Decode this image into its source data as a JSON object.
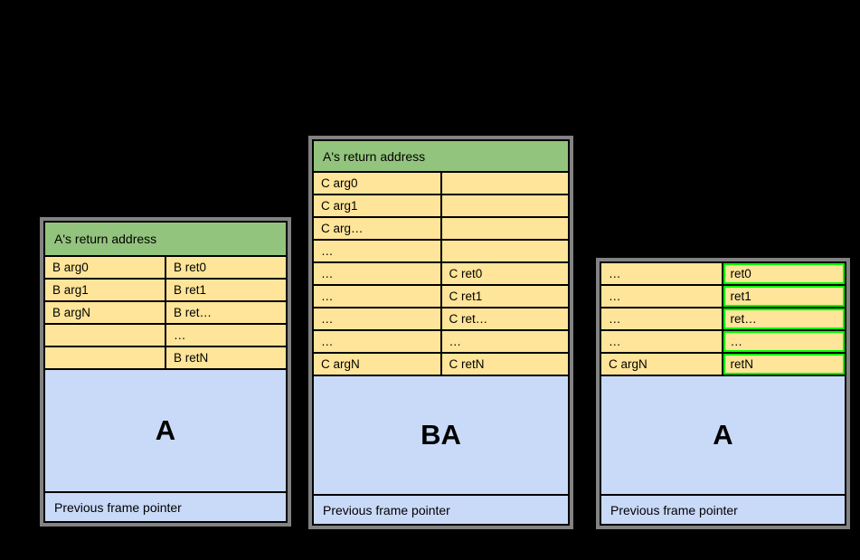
{
  "diagram": {
    "background_color": "#000000",
    "palette": {
      "return_address_green": "#93c47d",
      "stack_cell_yellow": "#ffe599",
      "frame_body_blue": "#c9daf8",
      "highlight_border_green": "#00ff00",
      "table_outline_gray": "#828282",
      "grid_line_black": "#000000"
    },
    "stacks": [
      {
        "id": "left",
        "header": "A's return address",
        "rows": [
          {
            "left": "B arg0",
            "right": "B ret0"
          },
          {
            "left": "B arg1",
            "right": "B ret1"
          },
          {
            "left": "B argN",
            "right": "B ret…"
          },
          {
            "left": "",
            "right": "…"
          },
          {
            "left": "",
            "right": "B retN"
          }
        ],
        "body_label": "A",
        "frame_pointer_label": "Previous frame pointer"
      },
      {
        "id": "middle",
        "header": "A's return address",
        "rows": [
          {
            "left": "C arg0",
            "right": ""
          },
          {
            "left": "C arg1",
            "right": ""
          },
          {
            "left": "C arg…",
            "right": ""
          },
          {
            "left": "…",
            "right": ""
          },
          {
            "left": "…",
            "right": "C ret0"
          },
          {
            "left": "…",
            "right": "C ret1"
          },
          {
            "left": "…",
            "right": "C ret…"
          },
          {
            "left": "…",
            "right": "…"
          },
          {
            "left": "C argN",
            "right": "C retN"
          }
        ],
        "body_label": "BA",
        "frame_pointer_label": "Previous frame pointer"
      },
      {
        "id": "right",
        "rows": [
          {
            "left": "…",
            "right": "ret0",
            "right_highlighted": true
          },
          {
            "left": "…",
            "right": "ret1",
            "right_highlighted": true
          },
          {
            "left": "…",
            "right": "ret…",
            "right_highlighted": true
          },
          {
            "left": "…",
            "right": "…",
            "right_highlighted": true
          },
          {
            "left": "C argN",
            "right": "retN",
            "right_highlighted": true
          }
        ],
        "body_label": "A",
        "frame_pointer_label": "Previous frame pointer"
      }
    ]
  }
}
